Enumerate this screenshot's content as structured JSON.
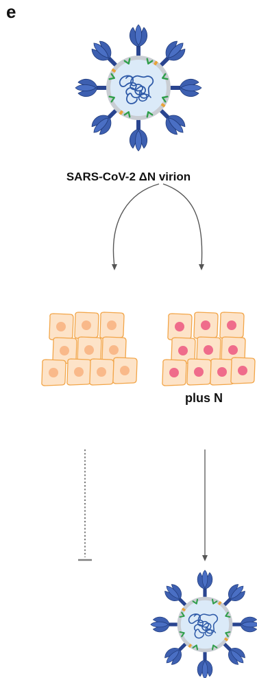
{
  "panel": {
    "letter": "e",
    "virion_label": "SARS-CoV-2  ΔN virion",
    "rescue_label": "plus N"
  },
  "colors": {
    "spike": "#3d5fb0",
    "spike_dark": "#2a4590",
    "envelope": "#c9cdd3",
    "virion_interior": "#dbeaf8",
    "rna": "#2e5aa8",
    "membrane_protein_green": "#2f9e4a",
    "envelope_protein_orange": "#e8a33a",
    "cell_fill": "#fde3c8",
    "cell_border": "#f2a548",
    "nucleus_plain": "#f9b98a",
    "nucleus_plus_n": "#ef6c8b",
    "arrow": "#555555",
    "inhibition": "#808080"
  },
  "icons": {
    "top_virion": "virion-icon",
    "bottom_virion": "progeny-virion-icon",
    "left_cells": "cell-monolayer-icon",
    "right_cells": "n-expressing-cell-monolayer-icon"
  }
}
